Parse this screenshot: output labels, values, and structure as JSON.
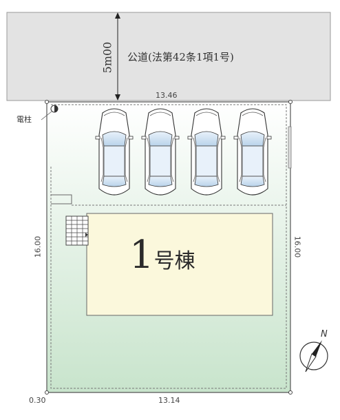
{
  "road": {
    "label": "公道(法第42条1項1号)",
    "width": "5m00"
  },
  "dimensions": {
    "top": "13.46",
    "bottom": "13.14",
    "left": "16.00",
    "right": "16.00",
    "corner_offset": "0.30"
  },
  "pole_label": "電柱",
  "building": {
    "number": "1",
    "suffix": "号棟"
  },
  "compass": "N",
  "parking": {
    "count": 4
  },
  "colors": {
    "road": "#e3e3e3",
    "lot_top": "#f6fbf6",
    "lot_bottom": "#cde6d0",
    "building": "#fbf8dc",
    "car_glass": "#cfe3f2"
  }
}
